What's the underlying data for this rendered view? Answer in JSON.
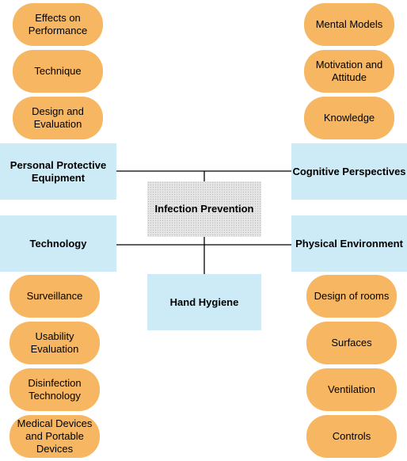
{
  "center": "Infection Prevention",
  "hand_hygiene": "Hand Hygiene",
  "categories": {
    "ppe": "Personal Protective Equipment",
    "cognitive": "Cognitive Perspectives",
    "technology": "Technology",
    "physical": "Physical Environment"
  },
  "ppe_items": [
    "Effects on Performance",
    "Technique",
    "Design and Evaluation"
  ],
  "cognitive_items": [
    "Mental Models",
    "Motivation and Attitude",
    "Knowledge"
  ],
  "technology_items": [
    "Surveillance",
    "Usability Evaluation",
    "Disinfection Technology",
    "Medical Devices and Portable Devices"
  ],
  "physical_items": [
    "Design of rooms",
    "Surfaces",
    "Ventilation",
    "Controls"
  ],
  "colors": {
    "pill": "#F7B661",
    "category": "#CDEBF7",
    "center": "#E5E5E5",
    "line": "#000000"
  }
}
